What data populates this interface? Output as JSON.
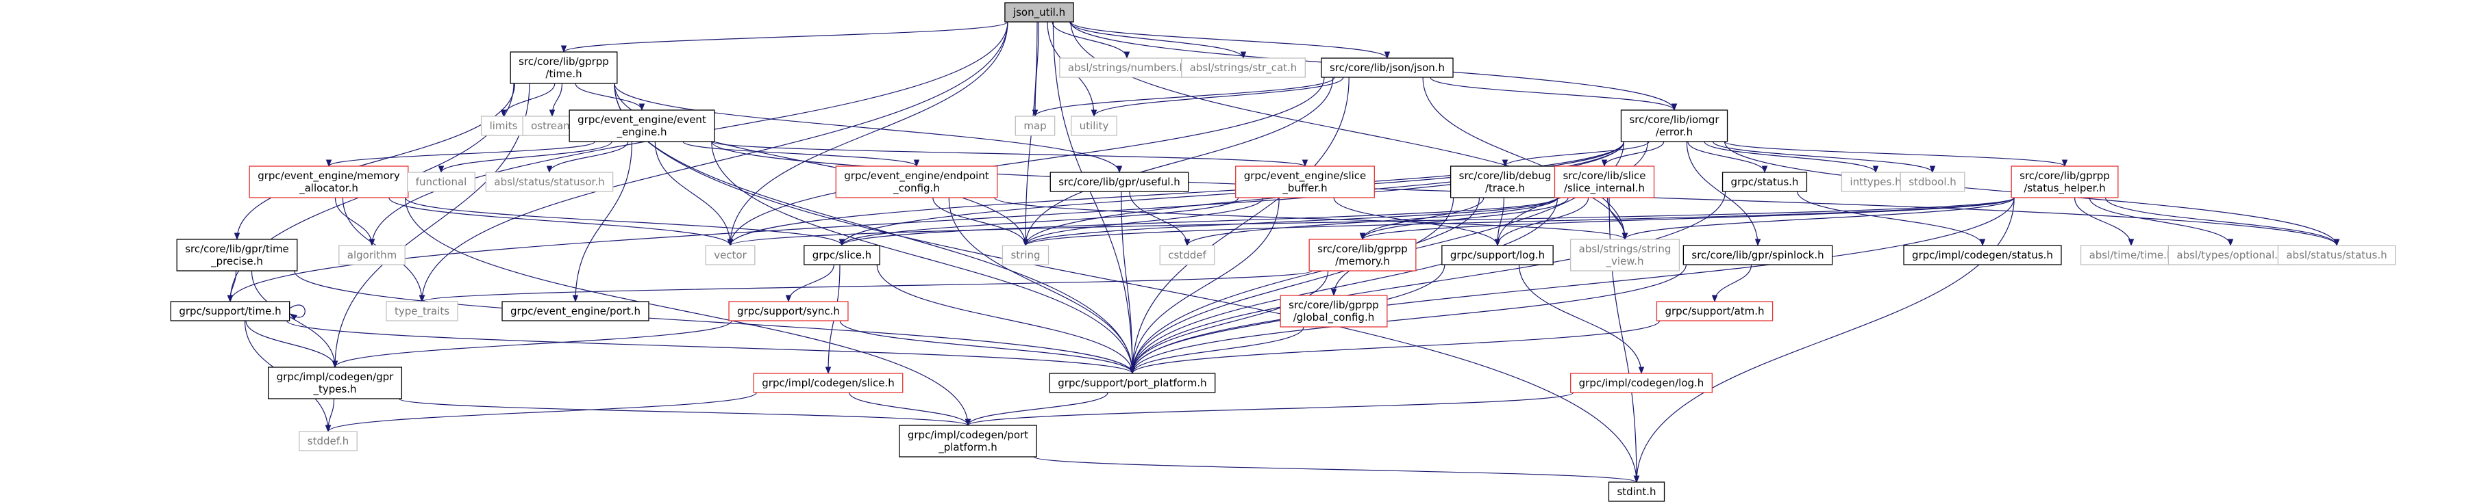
{
  "graph": {
    "title": "",
    "colors": {
      "edge": "#191970",
      "root_fill": "#bfbfbf",
      "documented_border": "#000000",
      "truncated_border": "#e63232",
      "external_border": "#bfbfbf"
    },
    "nodes": [
      {
        "id": "json_util",
        "lines": [
          "json_util.h"
        ],
        "kind": "root"
      },
      {
        "id": "gprpp_time",
        "lines": [
          "src/core/lib/gprpp",
          "/time.h"
        ],
        "kind": "doc"
      },
      {
        "id": "abseil_numbers",
        "lines": [
          "absl/strings/numbers.h"
        ],
        "kind": "ext"
      },
      {
        "id": "abseil_strcat",
        "lines": [
          "absl/strings/str_cat.h"
        ],
        "kind": "ext"
      },
      {
        "id": "json_h",
        "lines": [
          "src/core/lib/json/json.h"
        ],
        "kind": "doc"
      },
      {
        "id": "iomgr_error",
        "lines": [
          "src/core/lib/iomgr",
          "/error.h"
        ],
        "kind": "doc"
      },
      {
        "id": "limits",
        "lines": [
          "limits"
        ],
        "kind": "ext"
      },
      {
        "id": "ostream",
        "lines": [
          "ostream"
        ],
        "kind": "ext"
      },
      {
        "id": "ee_event_engine",
        "lines": [
          "grpc/event_engine/event",
          "_engine.h"
        ],
        "kind": "doc"
      },
      {
        "id": "map",
        "lines": [
          "map"
        ],
        "kind": "ext"
      },
      {
        "id": "utility",
        "lines": [
          "utility"
        ],
        "kind": "ext"
      },
      {
        "id": "ee_memory_allocator",
        "lines": [
          "grpc/event_engine/memory",
          "_allocator.h"
        ],
        "kind": "trunc"
      },
      {
        "id": "functional",
        "lines": [
          "functional"
        ],
        "kind": "ext"
      },
      {
        "id": "abseil_statusor",
        "lines": [
          "absl/status/statusor.h"
        ],
        "kind": "ext"
      },
      {
        "id": "ee_endpoint_config",
        "lines": [
          "grpc/event_engine/endpoint",
          "_config.h"
        ],
        "kind": "trunc"
      },
      {
        "id": "gpr_useful",
        "lines": [
          "src/core/lib/gpr/useful.h"
        ],
        "kind": "doc"
      },
      {
        "id": "ee_slice_buffer",
        "lines": [
          "grpc/event_engine/slice",
          "_buffer.h"
        ],
        "kind": "trunc"
      },
      {
        "id": "debug_trace",
        "lines": [
          "src/core/lib/debug",
          "/trace.h"
        ],
        "kind": "doc"
      },
      {
        "id": "slice_internal",
        "lines": [
          "src/core/lib/slice",
          "/slice_internal.h"
        ],
        "kind": "trunc"
      },
      {
        "id": "grpc_status",
        "lines": [
          "grpc/status.h"
        ],
        "kind": "doc"
      },
      {
        "id": "inttypes",
        "lines": [
          "inttypes.h"
        ],
        "kind": "ext"
      },
      {
        "id": "stdbool",
        "lines": [
          "stdbool.h"
        ],
        "kind": "ext"
      },
      {
        "id": "status_helper",
        "lines": [
          "src/core/lib/gprpp",
          "/status_helper.h"
        ],
        "kind": "trunc"
      },
      {
        "id": "gpr_time_precise",
        "lines": [
          "src/core/lib/gpr/time",
          "_precise.h"
        ],
        "kind": "doc"
      },
      {
        "id": "algorithm",
        "lines": [
          "algorithm"
        ],
        "kind": "ext"
      },
      {
        "id": "vector",
        "lines": [
          "vector"
        ],
        "kind": "ext"
      },
      {
        "id": "grpc_slice",
        "lines": [
          "grpc/slice.h"
        ],
        "kind": "doc"
      },
      {
        "id": "string",
        "lines": [
          "string"
        ],
        "kind": "ext"
      },
      {
        "id": "cstddef",
        "lines": [
          "cstddef"
        ],
        "kind": "ext"
      },
      {
        "id": "gprpp_memory",
        "lines": [
          "src/core/lib/gprpp",
          "/memory.h"
        ],
        "kind": "trunc"
      },
      {
        "id": "support_log",
        "lines": [
          "grpc/support/log.h"
        ],
        "kind": "doc"
      },
      {
        "id": "abseil_string_view",
        "lines": [
          "absl/strings/string",
          "_view.h"
        ],
        "kind": "ext"
      },
      {
        "id": "gpr_spinlock",
        "lines": [
          "src/core/lib/gpr/spinlock.h"
        ],
        "kind": "doc"
      },
      {
        "id": "codegen_status",
        "lines": [
          "grpc/impl/codegen/status.h"
        ],
        "kind": "doc"
      },
      {
        "id": "abseil_time",
        "lines": [
          "absl/time/time.h"
        ],
        "kind": "ext"
      },
      {
        "id": "abseil_optional",
        "lines": [
          "absl/types/optional.h"
        ],
        "kind": "ext"
      },
      {
        "id": "abseil_status",
        "lines": [
          "absl/status/status.h"
        ],
        "kind": "ext"
      },
      {
        "id": "support_time",
        "lines": [
          "grpc/support/time.h"
        ],
        "kind": "doc"
      },
      {
        "id": "type_traits",
        "lines": [
          "type_traits"
        ],
        "kind": "ext"
      },
      {
        "id": "ee_port",
        "lines": [
          "grpc/event_engine/port.h"
        ],
        "kind": "doc"
      },
      {
        "id": "support_sync",
        "lines": [
          "grpc/support/sync.h"
        ],
        "kind": "trunc"
      },
      {
        "id": "gprpp_global_config",
        "lines": [
          "src/core/lib/gprpp",
          "/global_config.h"
        ],
        "kind": "trunc"
      },
      {
        "id": "support_atm",
        "lines": [
          "grpc/support/atm.h"
        ],
        "kind": "trunc"
      },
      {
        "id": "codegen_gpr_types",
        "lines": [
          "grpc/impl/codegen/gpr",
          "_types.h"
        ],
        "kind": "doc"
      },
      {
        "id": "support_port_platform",
        "lines": [
          "grpc/support/port_platform.h"
        ],
        "kind": "doc"
      },
      {
        "id": "codegen_slice",
        "lines": [
          "grpc/impl/codegen/slice.h"
        ],
        "kind": "trunc"
      },
      {
        "id": "codegen_log",
        "lines": [
          "grpc/impl/codegen/log.h"
        ],
        "kind": "trunc"
      },
      {
        "id": "stddef",
        "lines": [
          "stddef.h"
        ],
        "kind": "ext"
      },
      {
        "id": "codegen_port_platform",
        "lines": [
          "grpc/impl/codegen/port",
          "_platform.h"
        ],
        "kind": "doc"
      },
      {
        "id": "stdint",
        "lines": [
          "stdint.h"
        ],
        "kind": "doc"
      }
    ],
    "edges": [
      [
        "json_util",
        "gprpp_time"
      ],
      [
        "json_util",
        "abseil_numbers"
      ],
      [
        "json_util",
        "abseil_strcat"
      ],
      [
        "json_util",
        "json_h"
      ],
      [
        "json_util",
        "iomgr_error"
      ],
      [
        "json_util",
        "map"
      ],
      [
        "json_util",
        "utility"
      ],
      [
        "json_util",
        "vector"
      ],
      [
        "json_util",
        "string"
      ],
      [
        "json_util",
        "algorithm"
      ],
      [
        "json_util",
        "type_traits"
      ],
      [
        "json_util",
        "abseil_string_view"
      ],
      [
        "json_util",
        "support_port_platform"
      ],
      [
        "gprpp_time",
        "limits"
      ],
      [
        "gprpp_time",
        "ostream"
      ],
      [
        "gprpp_time",
        "ee_event_engine"
      ],
      [
        "gprpp_time",
        "gpr_time_precise"
      ],
      [
        "gprpp_time",
        "gpr_useful"
      ],
      [
        "gprpp_time",
        "support_time"
      ],
      [
        "gprpp_time",
        "codegen_gpr_types"
      ],
      [
        "gprpp_time",
        "support_port_platform"
      ],
      [
        "gprpp_time",
        "stdint"
      ],
      [
        "gprpp_time",
        "string"
      ],
      [
        "json_h",
        "map"
      ],
      [
        "json_h",
        "utility"
      ],
      [
        "json_h",
        "iomgr_error"
      ],
      [
        "json_h",
        "vector"
      ],
      [
        "json_h",
        "string"
      ],
      [
        "json_h",
        "support_port_platform"
      ],
      [
        "json_h",
        "abseil_string_view"
      ],
      [
        "iomgr_error",
        "debug_trace"
      ],
      [
        "iomgr_error",
        "slice_internal"
      ],
      [
        "iomgr_error",
        "grpc_status"
      ],
      [
        "iomgr_error",
        "inttypes"
      ],
      [
        "iomgr_error",
        "stdbool"
      ],
      [
        "iomgr_error",
        "status_helper"
      ],
      [
        "iomgr_error",
        "gpr_spinlock"
      ],
      [
        "iomgr_error",
        "support_log"
      ],
      [
        "iomgr_error",
        "grpc_slice"
      ],
      [
        "iomgr_error",
        "abseil_status"
      ],
      [
        "iomgr_error",
        "support_time"
      ],
      [
        "iomgr_error",
        "support_port_platform"
      ],
      [
        "iomgr_error",
        "vector"
      ],
      [
        "iomgr_error",
        "string"
      ],
      [
        "ee_event_engine",
        "ee_memory_allocator"
      ],
      [
        "ee_event_engine",
        "functional"
      ],
      [
        "ee_event_engine",
        "abseil_statusor"
      ],
      [
        "ee_event_engine",
        "ee_endpoint_config"
      ],
      [
        "ee_event_engine",
        "ee_slice_buffer"
      ],
      [
        "ee_event_engine",
        "ee_port"
      ],
      [
        "ee_event_engine",
        "vector"
      ],
      [
        "ee_event_engine",
        "abseil_status"
      ],
      [
        "ee_event_engine",
        "support_port_platform"
      ],
      [
        "ee_memory_allocator",
        "algorithm"
      ],
      [
        "ee_memory_allocator",
        "vector"
      ],
      [
        "ee_memory_allocator",
        "type_traits"
      ],
      [
        "ee_memory_allocator",
        "grpc_slice"
      ],
      [
        "ee_memory_allocator",
        "codegen_port_platform"
      ],
      [
        "ee_endpoint_config",
        "string"
      ],
      [
        "ee_endpoint_config",
        "support_port_platform"
      ],
      [
        "ee_endpoint_config",
        "abseil_string_view"
      ],
      [
        "gpr_useful",
        "cstddef"
      ],
      [
        "gpr_useful",
        "support_port_platform"
      ],
      [
        "ee_slice_buffer",
        "grpc_slice"
      ],
      [
        "ee_slice_buffer",
        "support_log"
      ],
      [
        "ee_slice_buffer",
        "string"
      ],
      [
        "ee_slice_buffer",
        "support_port_platform"
      ],
      [
        "debug_trace",
        "gprpp_memory"
      ],
      [
        "debug_trace",
        "support_port_platform"
      ],
      [
        "debug_trace",
        "gprpp_global_config"
      ],
      [
        "debug_trace",
        "support_log"
      ],
      [
        "slice_internal",
        "grpc_slice"
      ],
      [
        "slice_internal",
        "cstddef"
      ],
      [
        "slice_internal",
        "gprpp_memory"
      ],
      [
        "slice_internal",
        "support_log"
      ],
      [
        "slice_internal",
        "abseil_string_view"
      ],
      [
        "slice_internal",
        "string"
      ],
      [
        "slice_internal",
        "stdint"
      ],
      [
        "slice_internal",
        "support_port_platform"
      ],
      [
        "grpc_status",
        "codegen_status"
      ],
      [
        "grpc_status",
        "support_port_platform"
      ],
      [
        "status_helper",
        "abseil_time"
      ],
      [
        "status_helper",
        "abseil_optional"
      ],
      [
        "status_helper",
        "abseil_status"
      ],
      [
        "status_helper",
        "abseil_string_view"
      ],
      [
        "status_helper",
        "gprpp_memory"
      ],
      [
        "status_helper",
        "string"
      ],
      [
        "status_helper",
        "vector"
      ],
      [
        "status_helper",
        "support_port_platform"
      ],
      [
        "status_helper",
        "stdint"
      ],
      [
        "gpr_time_precise",
        "support_time"
      ],
      [
        "gpr_time_precise",
        "codegen_gpr_types"
      ],
      [
        "gpr_time_precise",
        "support_port_platform"
      ],
      [
        "grpc_slice",
        "support_sync"
      ],
      [
        "grpc_slice",
        "codegen_slice"
      ],
      [
        "grpc_slice",
        "support_port_platform"
      ],
      [
        "gprpp_memory",
        "type_traits"
      ],
      [
        "gprpp_memory",
        "support_port_platform"
      ],
      [
        "support_log",
        "support_port_platform"
      ],
      [
        "support_log",
        "codegen_log"
      ],
      [
        "gpr_spinlock",
        "support_atm"
      ],
      [
        "gpr_spinlock",
        "support_port_platform"
      ],
      [
        "support_time",
        "support_time"
      ],
      [
        "support_time",
        "codegen_gpr_types"
      ],
      [
        "support_time",
        "support_port_platform"
      ],
      [
        "support_time",
        "stddef"
      ],
      [
        "support_sync",
        "codegen_gpr_types"
      ],
      [
        "support_sync",
        "support_port_platform"
      ],
      [
        "gprpp_global_config",
        "support_port_platform"
      ],
      [
        "support_atm",
        "support_port_platform"
      ],
      [
        "codegen_gpr_types",
        "codegen_port_platform"
      ],
      [
        "codegen_gpr_types",
        "stddef"
      ],
      [
        "support_port_platform",
        "codegen_port_platform"
      ],
      [
        "codegen_slice",
        "codegen_port_platform"
      ],
      [
        "codegen_slice",
        "stddef"
      ],
      [
        "codegen_log",
        "codegen_port_platform"
      ],
      [
        "codegen_port_platform",
        "stdint"
      ]
    ]
  }
}
